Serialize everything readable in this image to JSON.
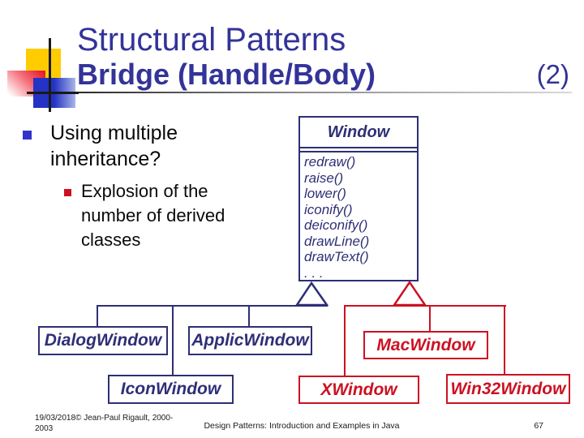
{
  "slide": {
    "title": "Structural Patterns",
    "subtitle": "Bridge (Handle/Body)",
    "page_marker": "(2)"
  },
  "bullets": {
    "main": "Using multiple inheritance?",
    "sub": "Explosion of the number of derived classes"
  },
  "uml": {
    "window": {
      "name": "Window",
      "methods": [
        "redraw()",
        "raise()",
        "lower()",
        "iconify()",
        "deiconify()",
        "drawLine()",
        "drawText()",
        ". . ."
      ]
    },
    "subclasses": {
      "dialog": "DialogWindow",
      "applic": "ApplicWindow",
      "mac": "MacWindow",
      "icon": "IconWindow",
      "x": "XWindow",
      "win32": "Win32Window"
    }
  },
  "footer": {
    "left_line1": "19/03/2018© Jean-Paul Rigault, 2000-",
    "left_line2": "2003",
    "center": "Design Patterns: Introduction and Examples in Java",
    "page_number": "67"
  },
  "colors": {
    "title_blue": "#333399",
    "diagram_blue": "#2E2F75",
    "diagram_red": "#CC1122",
    "bullet_blue": "#3333CC",
    "bullet_red": "#CC1122",
    "accent_yellow": "#FFCC00"
  }
}
